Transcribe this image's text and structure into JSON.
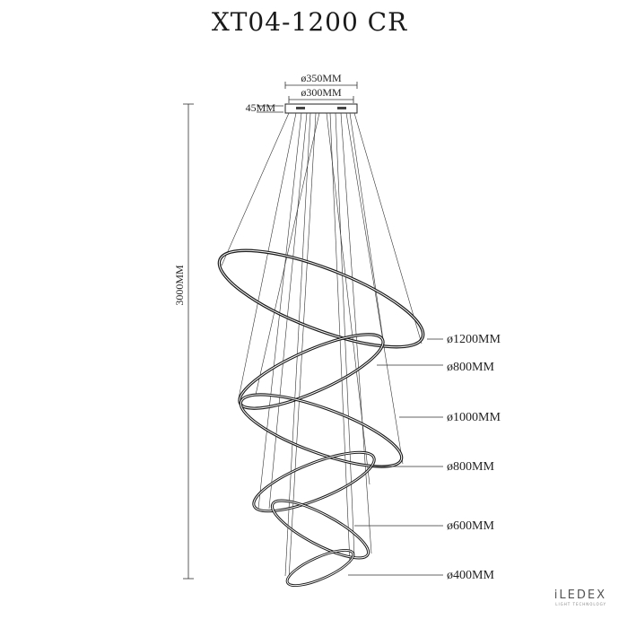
{
  "title": "XT04-1200 CR",
  "dimensions": {
    "canopy_outer": "ø350MM",
    "canopy_inner": "ø300MM",
    "canopy_height": "45MM",
    "total_height": "3000MM"
  },
  "rings": [
    {
      "label": "ø1200MM"
    },
    {
      "label": "ø800MM"
    },
    {
      "label": "ø1000MM"
    },
    {
      "label": "ø800MM"
    },
    {
      "label": "ø600MM"
    },
    {
      "label": "ø400MM"
    }
  ],
  "brand": {
    "name": "iLEDEX",
    "tagline": "LIGHT TECHNOLOGY"
  },
  "colors": {
    "line": "#222222",
    "ring": "#1a1a1a"
  }
}
